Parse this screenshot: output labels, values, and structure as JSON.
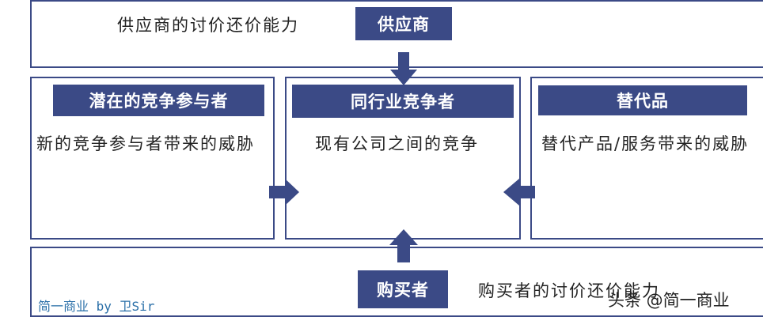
{
  "colors": {
    "accent": "#3b4a86",
    "watermark": "#2a6fa8"
  },
  "supplier": {
    "label": "供应商",
    "description": "供应商的讨价还价能力"
  },
  "new_entrants": {
    "label": "潜在的竞争参与者",
    "description": "新的竞争参与者带来的威胁"
  },
  "industry": {
    "label": "同行业竞争者",
    "description": "现有公司之间的竞争"
  },
  "substitutes": {
    "label": "替代品",
    "description": "替代产品/服务带来的威胁"
  },
  "buyers": {
    "label": "购买者",
    "description": "购买者的讨价还价能力"
  },
  "watermark": "简一商业 by 卫Sir",
  "credit": "头条 @简一商业"
}
